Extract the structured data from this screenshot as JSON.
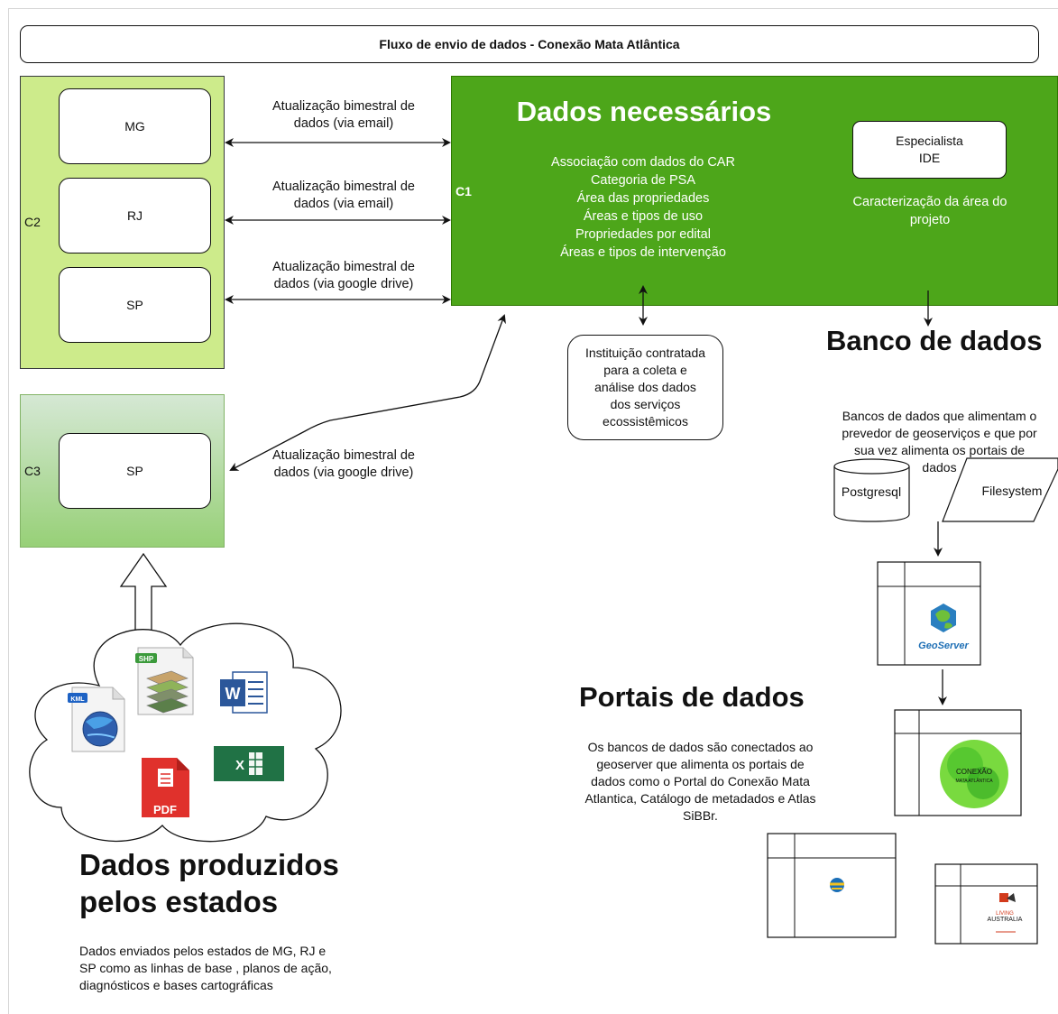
{
  "header": {
    "title": "Fluxo de envio de dados - Conexão Mata Atlântica"
  },
  "c2": {
    "tag": "C2",
    "states": [
      "MG",
      "RJ",
      "SP"
    ]
  },
  "c3": {
    "tag": "C3",
    "states": [
      "SP"
    ]
  },
  "edges": {
    "mg": [
      "Atualização  bimestral de",
      "dados (via email)"
    ],
    "rj": [
      "Atualização  bimestral de",
      "dados (via email)"
    ],
    "sp": [
      "Atualização  bimestral de",
      "dados (via google drive)"
    ],
    "c3": [
      "Atualização  bimestral de",
      "dados (via google drive)"
    ]
  },
  "c1": {
    "tag": "C1",
    "heading": "Dados necessários",
    "items": [
      "Associação com dados do CAR",
      "Categoria de PSA",
      "Área das propriedades",
      "Áreas e tipos de uso",
      "Propriedades por edital",
      "Áreas e tipos de intervenção"
    ],
    "specialist": [
      "Especialista",
      "IDE"
    ],
    "specialist_caption": [
      "Caracterização da área do",
      "projeto"
    ]
  },
  "institution": [
    "Instituição contratada",
    "para a coleta e",
    "análise dos dados",
    "dos serviços",
    "ecossistêmicos"
  ],
  "banco": {
    "title": "Banco de dados",
    "description": [
      "Bancos de dados que alimentam o",
      "prevedor de geoserviços e que por",
      "sua vez alimenta os portais de",
      "dados"
    ],
    "postgres_label": "Postgresql",
    "filesystem_label": "Filesystem",
    "geoserver_label": "GeoServer"
  },
  "portais": {
    "title": "Portais de dados",
    "description": [
      "Os bancos de dados são conectados ao",
      "geoserver que alimenta os portais de",
      "dados como o Portal do Conexão Mata",
      "Atlantica, Catálogo de metadados e Atlas",
      "SiBBr."
    ],
    "conexao_logo_text": [
      "CONEXÃO",
      "MATA ATLÂNTICA"
    ],
    "living_logo_text": [
      "LIVING",
      "AUSTRALIA"
    ]
  },
  "produzidos": {
    "title": [
      "Dados produzidos",
      "pelos estados"
    ],
    "description": [
      "Dados enviados pelos estados de MG, RJ e",
      "SP como as linhas de base , planos de ação,",
      "diagnósticos e bases cartográficas"
    ],
    "icons": {
      "shp_label": "SHP",
      "kml_label": "KML",
      "word_label": "W",
      "excel_label": "X",
      "pdf_label": "PDF"
    }
  },
  "colors": {
    "c1_fill": "#4da61a",
    "c2_fill": "#cdeb8b",
    "c3_fill": "#97d077",
    "line": "#111111"
  }
}
